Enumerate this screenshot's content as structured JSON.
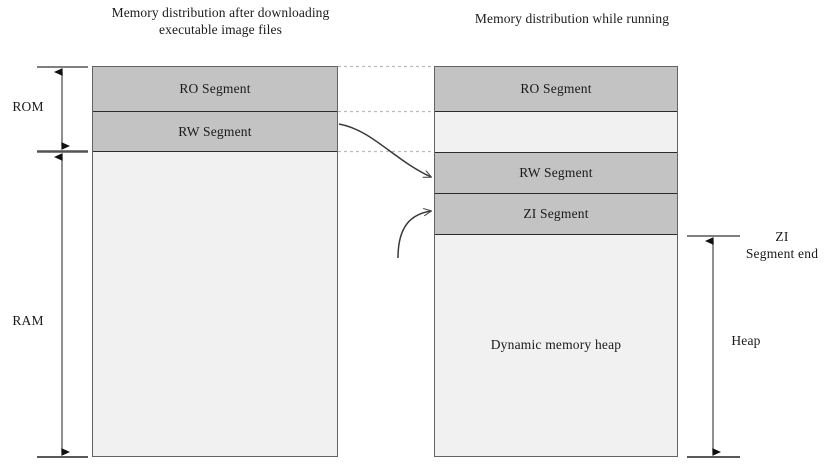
{
  "figure": {
    "kind": "memory-layout-diagram",
    "colors": {
      "segment_fill": "#c3c3c3",
      "free_fill": "#f1f1f1",
      "outline": "#636363",
      "divider": "#2b2b2b",
      "dotted_connector": "#b0b0b0",
      "text": "#1a1a1a",
      "arrow": "#3a3a3a"
    }
  },
  "titles": {
    "left": "Memory distribution after downloading executable image files",
    "right": "Memory distribution while running"
  },
  "left_column": {
    "name": "download-image-layout",
    "segments": [
      {
        "id": "ro",
        "label": "RO Segment",
        "filled": true
      },
      {
        "id": "rw",
        "label": "RW Segment",
        "filled": true
      },
      {
        "id": "free",
        "label": "",
        "filled": false
      }
    ]
  },
  "right_column": {
    "name": "runtime-layout",
    "segments": [
      {
        "id": "ro",
        "label": "RO Segment",
        "filled": true
      },
      {
        "id": "gap",
        "label": "",
        "filled": false
      },
      {
        "id": "rw",
        "label": "RW Segment",
        "filled": true
      },
      {
        "id": "zi",
        "label": "ZI Segment",
        "filled": true
      },
      {
        "id": "heap",
        "label": "Dynamic memory heap",
        "filled": false
      }
    ]
  },
  "brackets": {
    "rom": "ROM",
    "ram": "RAM",
    "zi_segment_end_line1": "ZI",
    "zi_segment_end_line2": "Segment end",
    "zi_segment_end": "ZI Segment end",
    "heap": "Heap"
  },
  "connectors": {
    "dotted_count": 3,
    "arrow_count": 2,
    "arrow_targets": [
      "RW Segment",
      "ZI Segment"
    ]
  }
}
